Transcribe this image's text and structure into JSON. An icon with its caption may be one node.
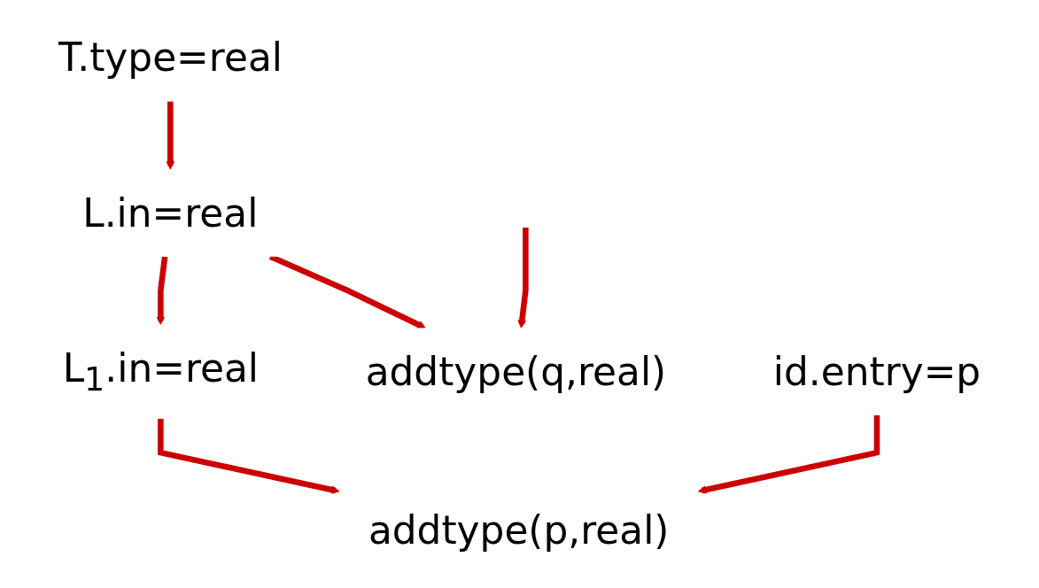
{
  "diagram": {
    "nodes": [
      {
        "text": [
          "L.in=real"
        ]
      },
      {
        "text": [
          "T.type=real"
        ]
      },
      {
        "text": [
          "L$_{1}$.in=real"
        ]
      },
      {
        "text": [
          "addtype(q,real)"
        ]
      },
      {
        "text": [
          "addtype(p,real)"
        ]
      },
      {
        "text": [
          "id.entry=p"
        ]
      }
    ],
    "edges": [
      {
        "from": 1,
        "to": 0,
        "arrow": "to"
      },
      {
        "from": 0,
        "to": 2,
        "arrow": "to"
      },
      {
        "from": 0,
        "to": 3,
        "arrow": "to"
      },
      {
        "from": 2,
        "to": 4,
        "arrow": "to"
      },
      {
        "from": 5,
        "to": 4,
        "arrow": "to"
      },
      {
        "from": null,
        "to": 3,
        "arrow": "to"
      }
    ]
  }
}
